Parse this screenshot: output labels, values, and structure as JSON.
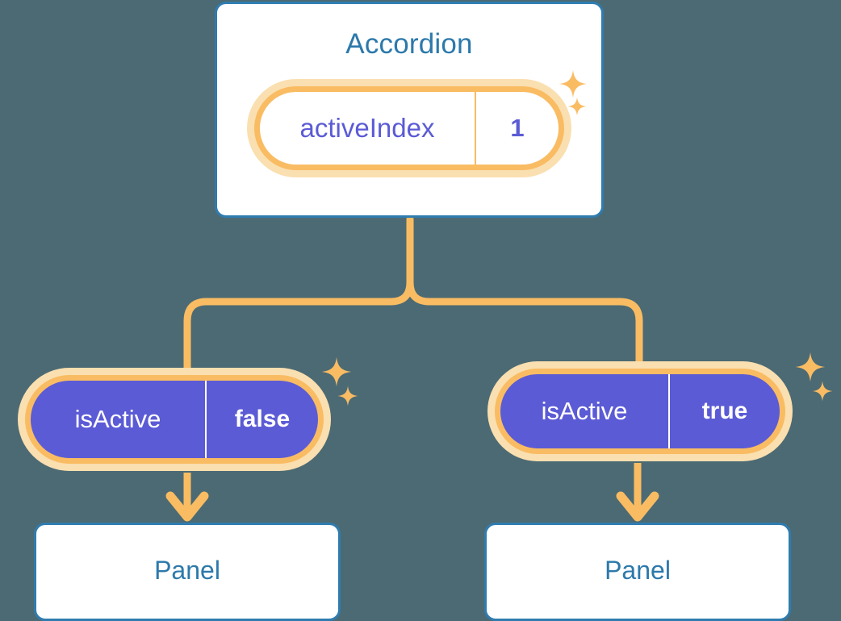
{
  "theme": {
    "background": "#4c6a73",
    "card_border": "#2f7cb0",
    "card_fill": "#ffffff",
    "title_text": "#2c79ab",
    "accent_orange": "#f9bc63",
    "accent_orange_soft": "#fadfb0",
    "purple": "#5b5bd6",
    "purple_text": "#5b5bd6",
    "on_purple_text": "#ffffff"
  },
  "diagram": {
    "type": "component-tree",
    "root": {
      "title": "Accordion",
      "state": {
        "key": "activeIndex",
        "value": "1"
      }
    },
    "children": [
      {
        "prop": {
          "key": "isActive",
          "value": "false"
        },
        "panel_label": "Panel"
      },
      {
        "prop": {
          "key": "isActive",
          "value": "true"
        },
        "panel_label": "Panel"
      }
    ]
  },
  "icons": {
    "sparkle": "sparkle-icon",
    "arrow_down": "arrow-down-icon"
  }
}
